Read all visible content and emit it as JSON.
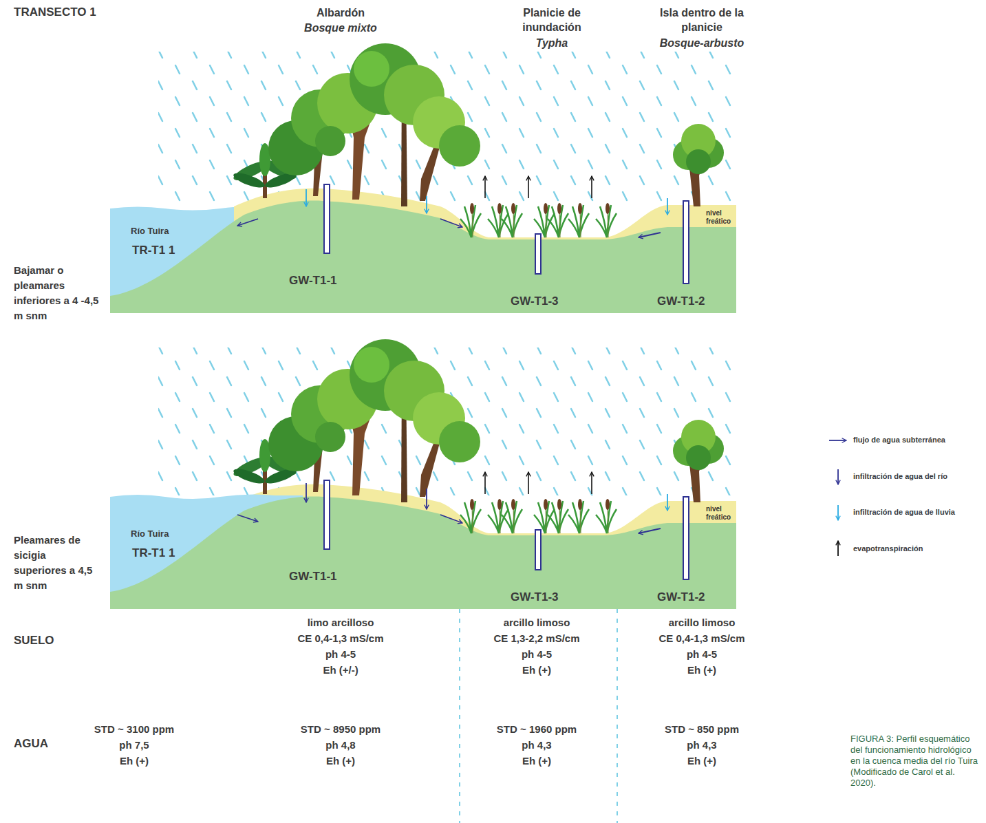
{
  "diagram": {
    "title": "TRANSECTO 1",
    "caption": "FIGURA 3: Perfil esquemático del funcionamiento hidrológico en la cuenca media del río Tuira (Modificado de Carol et al. 2020).",
    "labels": [
      "Albardón",
      "Bosque mixto",
      "Planicie de inundación",
      "Typha",
      "Isla dentro de la planicie",
      "Bosque-arbusto",
      "Bajamar o pleamares inferiores a 4 -4,5 m snm",
      "Río Tuira",
      "TR-T1 1",
      "GW-T1-1",
      "GW-T1-3",
      "GW-T1-2",
      "nivel freático",
      "Pleamares de sicigia superiores a 4,5 m snm",
      "Río Tuira",
      "TR-T1 1",
      "GW-T1-1",
      "GW-T1-3",
      "GW-T1-2",
      "nivel freático",
      "SUELO",
      "limo arcilloso",
      "CE 0,4-1,3 mS/cm",
      "ph 4-5",
      "Eh (+/-)",
      "arcillo limoso",
      "CE 1,3-2,2 mS/cm",
      "ph 4-5",
      "Eh (+)",
      "arcillo limoso",
      "CE 0,4-1,3 mS/cm",
      "ph 4-5",
      "Eh (+)",
      "AGUA",
      "STD ~ 3100 ppm",
      "ph 7,5",
      "Eh (+)",
      "STD ~ 8950 ppm",
      "ph 4,8",
      "Eh (+)",
      "STD ~ 1960 ppm",
      "ph 4,3",
      "Eh (+)",
      "STD ~ 850 ppm",
      "ph 4,3",
      "Eh (+)"
    ],
    "legend": [
      {
        "text": "flujo de agua subterránea"
      },
      {
        "text": "infiltración de agua del río"
      },
      {
        "text": "infiltración de agua de lluvia"
      },
      {
        "text": "evapotranspiración"
      }
    ]
  }
}
